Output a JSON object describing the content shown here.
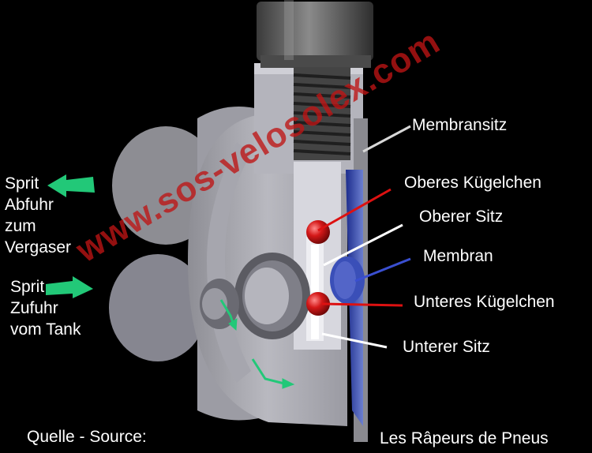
{
  "labels": {
    "membransitz": "Membransitz",
    "oberes_kuegelchen": "Oberes Kügelchen",
    "oberer_sitz": "Oberer Sitz",
    "membran": "Membran",
    "unteres_kuegelchen": "Unteres Kügelchen",
    "unterer_sitz": "Unterer Sitz",
    "sprit_abfuhr": [
      "Sprit",
      "Abfuhr",
      "zum",
      "Vergaser"
    ],
    "sprit_zufuhr": [
      "Sprit",
      "Zufuhr",
      "vom Tank"
    ]
  },
  "footer": {
    "source_left": "Quelle - Source:",
    "source_right": "Les Râpeurs de Pneus"
  },
  "watermark": "www.sos-velosolex.com",
  "colors": {
    "background": "#000000",
    "ball": "#c81414",
    "arrow": "#22c878",
    "membrane": "#2c3fa8",
    "watermark": "#be1414",
    "pointer_red": "#dd1111",
    "pointer_blue": "#3a4fd0"
  }
}
